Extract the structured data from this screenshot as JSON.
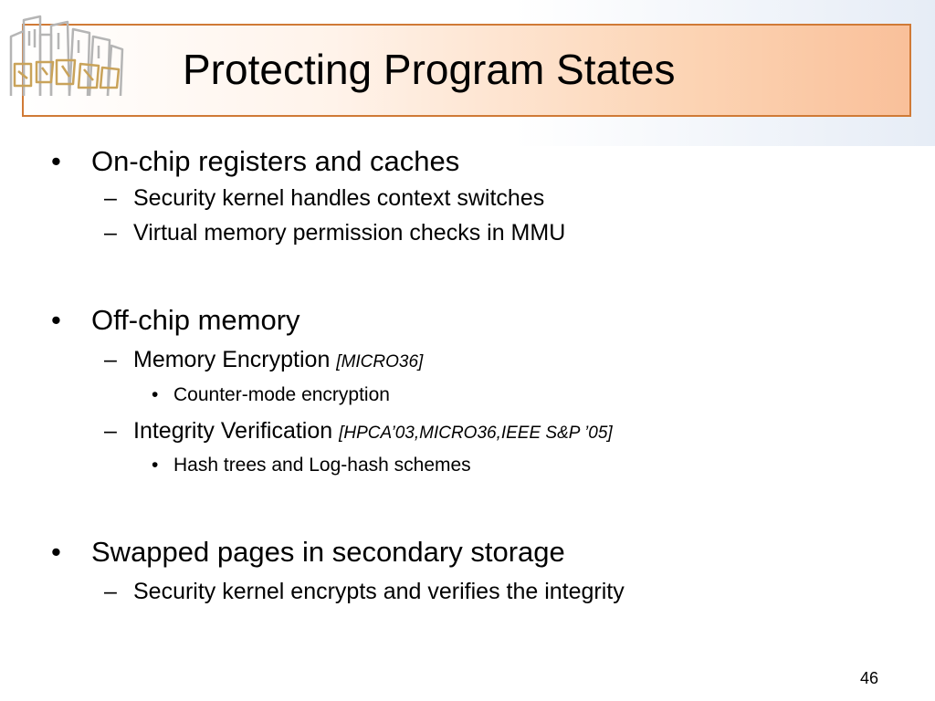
{
  "slide": {
    "title": "Protecting Program States",
    "page_number": "46"
  },
  "bullets": [
    {
      "text": "On-chip registers and caches",
      "children": [
        {
          "text": "Security kernel handles context switches"
        },
        {
          "text": "Virtual memory permission checks in MMU"
        }
      ]
    },
    {
      "text": "Off-chip memory",
      "children": [
        {
          "text": "Memory Encryption ",
          "cite": "[MICRO36]",
          "children": [
            {
              "text": "Counter-mode encryption"
            }
          ]
        },
        {
          "text": "Integrity Verification ",
          "cite": "[HPCA’03,MICRO36,IEEE S&P ’05]",
          "children": [
            {
              "text": "Hash trees and Log-hash schemes"
            }
          ]
        }
      ]
    },
    {
      "text": "Swapped pages in secondary storage",
      "children": [
        {
          "text": "Security kernel encrypts and verifies the integrity"
        }
      ]
    }
  ],
  "markers": {
    "level1": "•",
    "level2": "–",
    "level3": "•"
  },
  "colors": {
    "title_border": "#d07a36",
    "title_gradient_end": "#f9c09a",
    "logo_stroke": "#c9a35a",
    "logo_fill": "#c8c8c8"
  },
  "icons": {
    "logo": "city-buildings-logo"
  }
}
